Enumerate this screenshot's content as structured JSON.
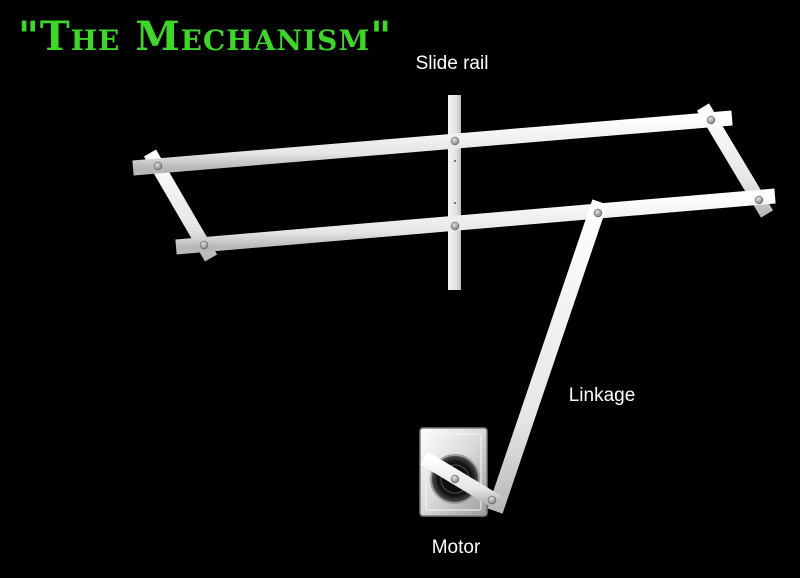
{
  "diagram": {
    "title": "\"The Mechanism\"",
    "labels": {
      "slide_rail": "Slide rail",
      "linkage": "Linkage",
      "motor": "Motor"
    }
  },
  "colors": {
    "background": "#000000",
    "title": "#3fd62a",
    "label": "#ffffff",
    "bar": "#efefef",
    "bar_shadow": "#9a9a9a",
    "pivot": "#9c9c9c",
    "motor_body": "#d8d8d8",
    "motor_core": "#1a1a1a"
  }
}
